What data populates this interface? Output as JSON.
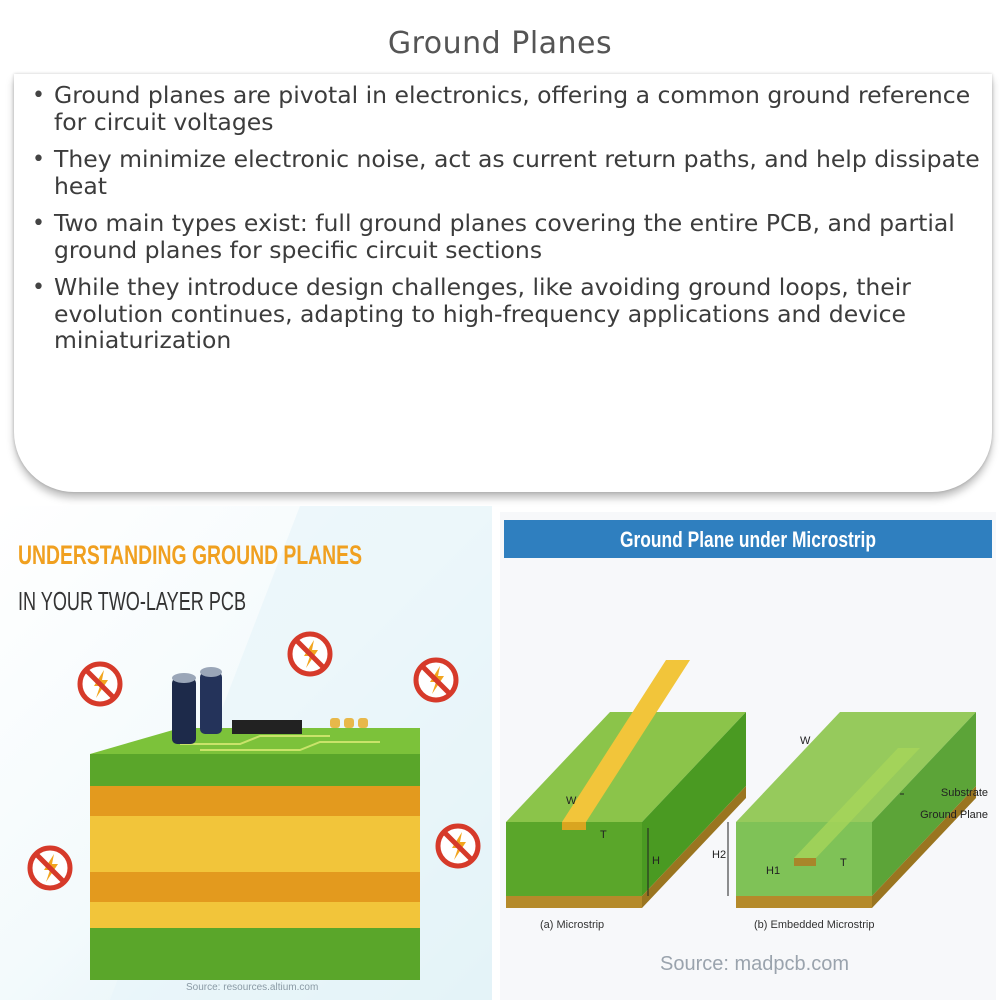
{
  "title": "Ground Planes",
  "bullets": [
    "Ground planes are pivotal in electronics, offering a common ground reference for circuit voltages",
    "They minimize electronic noise, act as current return paths, and help dissipate heat",
    "Two main types exist: full ground planes covering the entire PCB, and partial ground planes for specific circuit sections",
    "While they introduce design challenges, like avoiding ground loops, their evolution continues, adapting to high-frequency applications and device miniaturization"
  ],
  "left_image": {
    "heading_line1": "UNDERSTANDING GROUND PLANES",
    "heading_line2": "IN YOUR TWO-LAYER PCB",
    "source": "Source: resources.altium.com"
  },
  "right_image": {
    "banner": "Ground Plane under Microstrip",
    "watermark": "MADPCB",
    "labels": {
      "w": "W",
      "t": "T",
      "h": "H",
      "h1": "H1",
      "h2": "H2",
      "substrate": "Substrate",
      "ground_plane": "Ground Plane",
      "caption_a": "(a) Microstrip",
      "caption_b": "(b) Embedded Microstrip"
    },
    "source": "Source: madpcb.com"
  },
  "colors": {
    "green": "#6aaa2a",
    "orange": "#e39a1e",
    "yellow": "#f2c53a",
    "banner": "#2f7fbf",
    "no_sign_red": "#d63a2a"
  }
}
